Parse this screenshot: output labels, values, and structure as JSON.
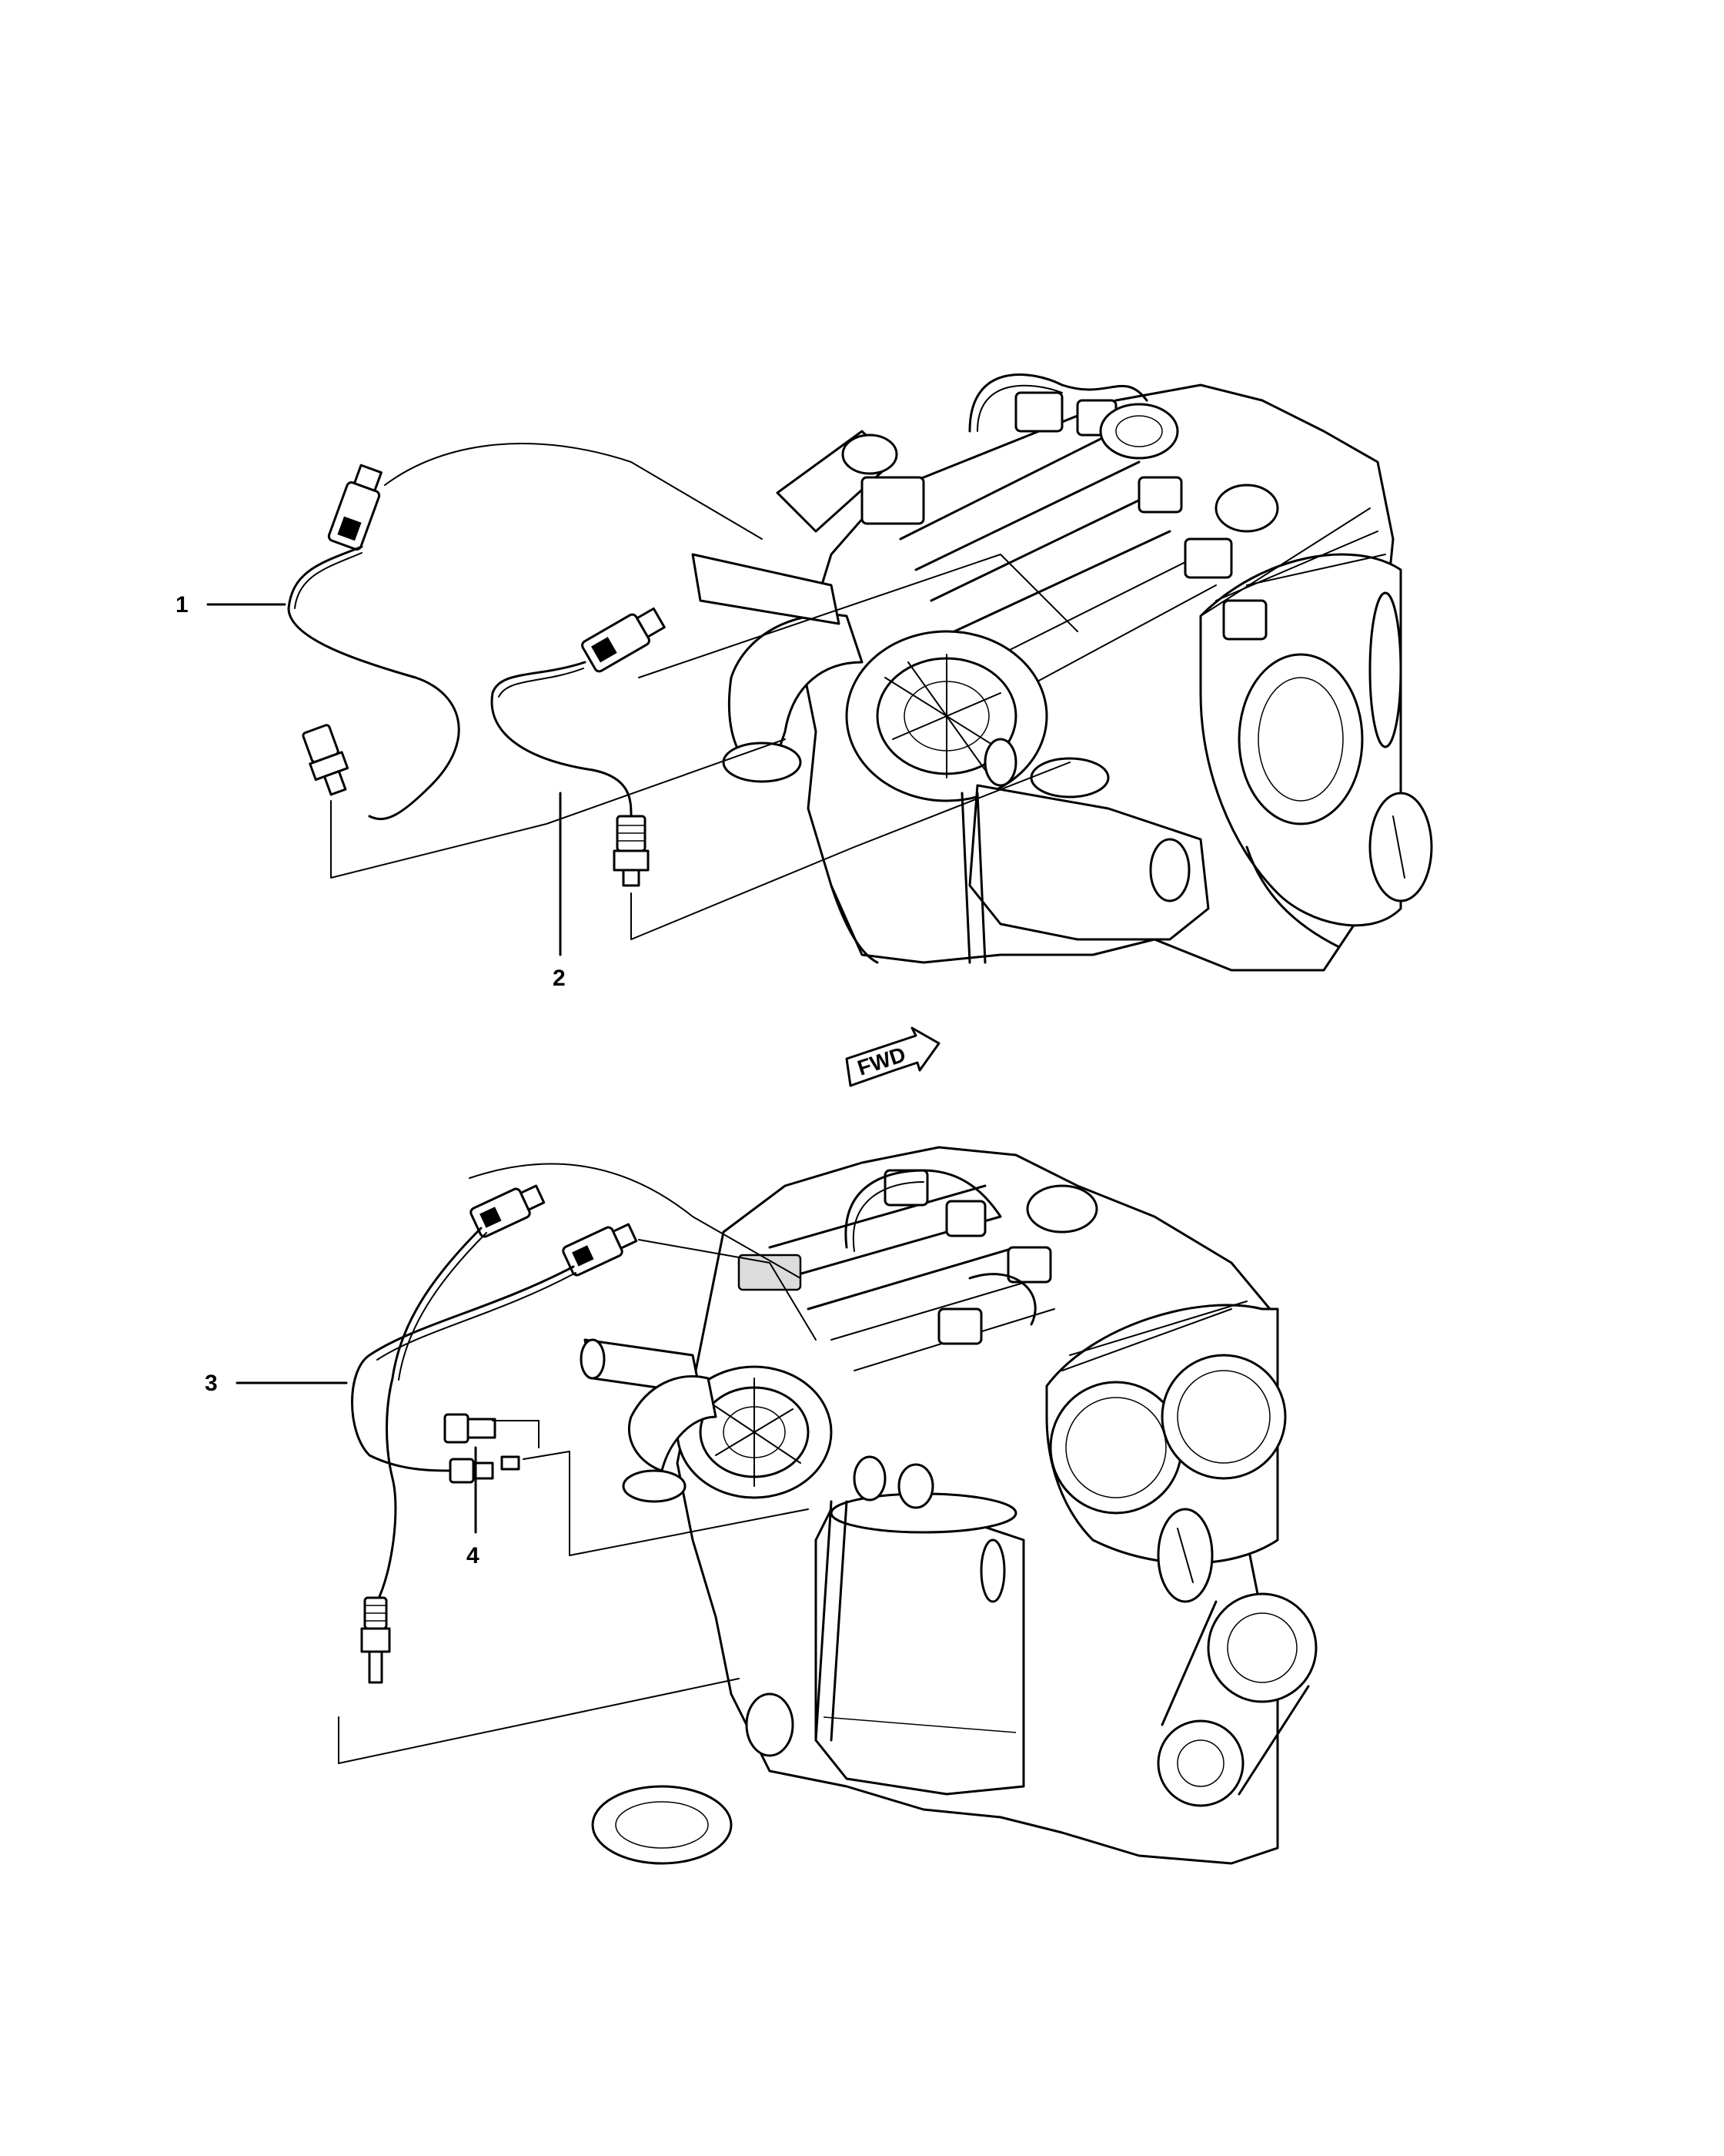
{
  "callouts": [
    {
      "id": "1",
      "label": "1"
    },
    {
      "id": "2",
      "label": "2"
    },
    {
      "id": "3",
      "label": "3"
    },
    {
      "id": "4",
      "label": "4"
    }
  ],
  "fwd_marker": {
    "label": "FWD"
  },
  "colors": {
    "line": "#000000",
    "background": "#ffffff"
  }
}
